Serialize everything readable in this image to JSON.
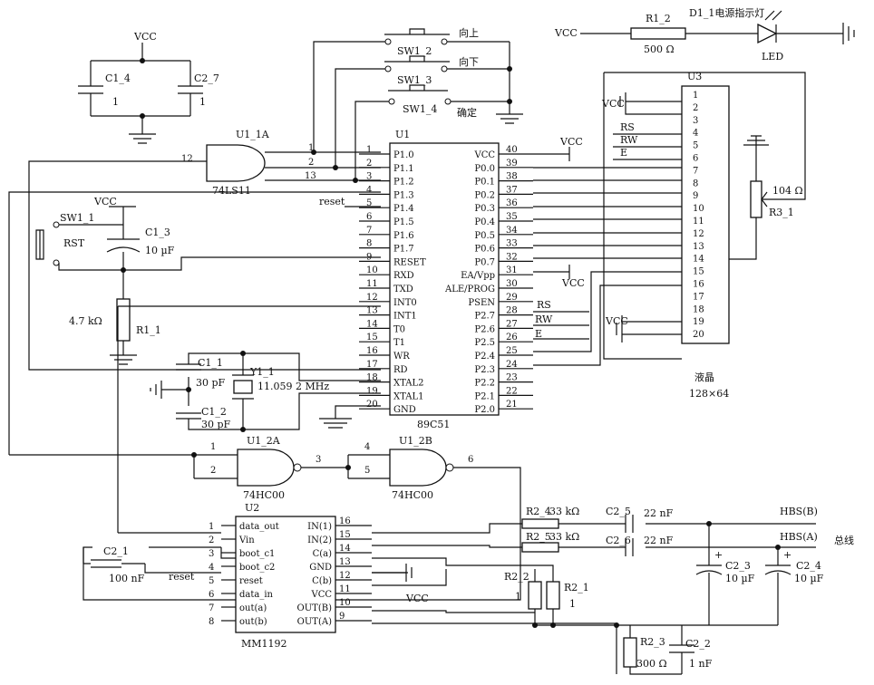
{
  "power": {
    "vcc": "VCC"
  },
  "led_section": {
    "vcc": "VCC",
    "resistor_ref": "R1_2",
    "resistor_value": "500 Ω",
    "led_ref": "D1_1电源指示灯",
    "led_label": "LED"
  },
  "decoupling": {
    "vcc": "VCC",
    "c14_ref": "C1_4",
    "c14_value": "1",
    "c27_ref": "C2_7",
    "c27_value": "1"
  },
  "switches": {
    "sw12": "SW1_2",
    "sw12_label": "向上",
    "sw13": "SW1_3",
    "sw13_label": "向下",
    "sw14": "SW1_4",
    "sw14_label": "确定",
    "sw11": "SW1_1",
    "rst": "RST"
  },
  "gate_u11a": {
    "ref": "U1_1A",
    "part": "74LS11",
    "pins": [
      "12",
      "1",
      "2",
      "13"
    ]
  },
  "reset_circuit": {
    "vcc": "VCC",
    "c13_ref": "C1_3",
    "c13_value": "10 µF",
    "r11_ref": "R1_1",
    "r11_value": "4.7 kΩ",
    "net_reset": "reset"
  },
  "crystal": {
    "c11_ref": "C1_1",
    "c11_value": "30 pF",
    "c12_ref": "C1_2",
    "c12_value": "30 pF",
    "y_ref": "Y1_1",
    "y_value": "11.059 2 MHz"
  },
  "mcu": {
    "ref": "U1",
    "part": "89C51",
    "left_pins": [
      {
        "num": "1",
        "name": "P1.0"
      },
      {
        "num": "2",
        "name": "P1.1"
      },
      {
        "num": "3",
        "name": "P1.2"
      },
      {
        "num": "4",
        "name": "P1.3"
      },
      {
        "num": "5",
        "name": "P1.4"
      },
      {
        "num": "6",
        "name": "P1.5"
      },
      {
        "num": "7",
        "name": "P1.6"
      },
      {
        "num": "8",
        "name": "P1.7"
      },
      {
        "num": "9",
        "name": "RESET"
      },
      {
        "num": "10",
        "name": "RXD"
      },
      {
        "num": "11",
        "name": "TXD"
      },
      {
        "num": "12",
        "name": "INT0"
      },
      {
        "num": "13",
        "name": "INT1"
      },
      {
        "num": "14",
        "name": "T0"
      },
      {
        "num": "15",
        "name": "T1"
      },
      {
        "num": "16",
        "name": "WR"
      },
      {
        "num": "17",
        "name": "RD"
      },
      {
        "num": "18",
        "name": "XTAL2"
      },
      {
        "num": "19",
        "name": "XTAL1"
      },
      {
        "num": "20",
        "name": "GND"
      }
    ],
    "right_pins": [
      {
        "num": "40",
        "name": "VCC"
      },
      {
        "num": "39",
        "name": "P0.0"
      },
      {
        "num": "38",
        "name": "P0.1"
      },
      {
        "num": "37",
        "name": "P0.2"
      },
      {
        "num": "36",
        "name": "P0.3"
      },
      {
        "num": "35",
        "name": "P0.4"
      },
      {
        "num": "34",
        "name": "P0.5"
      },
      {
        "num": "33",
        "name": "P0.6"
      },
      {
        "num": "32",
        "name": "P0.7"
      },
      {
        "num": "31",
        "name": "EA/Vpp"
      },
      {
        "num": "30",
        "name": "ALE/PROG"
      },
      {
        "num": "29",
        "name": "PSEN"
      },
      {
        "num": "28",
        "name": "P2.7"
      },
      {
        "num": "27",
        "name": "P2.6"
      },
      {
        "num": "26",
        "name": "P2.5"
      },
      {
        "num": "25",
        "name": "P2.4"
      },
      {
        "num": "24",
        "name": "P2.3"
      },
      {
        "num": "23",
        "name": "P2.2"
      },
      {
        "num": "22",
        "name": "P2.1"
      },
      {
        "num": "21",
        "name": "P2.0"
      }
    ],
    "vcc": "VCC",
    "net_rs": "RS",
    "net_rw": "RW",
    "net_e": "E"
  },
  "lcd": {
    "ref": "U3",
    "pins": [
      "1",
      "2",
      "3",
      "4",
      "5",
      "6",
      "7",
      "8",
      "9",
      "10",
      "11",
      "12",
      "13",
      "14",
      "15",
      "16",
      "17",
      "18",
      "19",
      "20"
    ],
    "vcc_a": "VCC",
    "vcc_b": "VCC",
    "rs": "RS",
    "rw": "RW",
    "e": "E",
    "pot_value": "104 Ω",
    "pot_ref": "R3_1",
    "title": "液晶",
    "size": "128×64"
  },
  "gates_hc00": {
    "u12a_ref": "U1_2A",
    "u12b_ref": "U1_2B",
    "part_a": "74HC00",
    "part_b": "74HC00",
    "pins_a": [
      "1",
      "2",
      "3"
    ],
    "pins_b": [
      "4",
      "5",
      "6"
    ]
  },
  "mm1192": {
    "ref": "U2",
    "part": "MM1192",
    "left_pins": [
      {
        "num": "1",
        "name": "data_out"
      },
      {
        "num": "2",
        "name": "Vin"
      },
      {
        "num": "3",
        "name": "boot_c1"
      },
      {
        "num": "4",
        "name": "boot_c2"
      },
      {
        "num": "5",
        "name": "reset"
      },
      {
        "num": "6",
        "name": "data_in"
      },
      {
        "num": "7",
        "name": "out(a)"
      },
      {
        "num": "8",
        "name": "out(b)"
      }
    ],
    "right_pins": [
      {
        "num": "16",
        "name": "IN(1)"
      },
      {
        "num": "15",
        "name": "IN(2)"
      },
      {
        "num": "14",
        "name": "C(a)"
      },
      {
        "num": "13",
        "name": "GND"
      },
      {
        "num": "12",
        "name": "C(b)"
      },
      {
        "num": "11",
        "name": "VCC"
      },
      {
        "num": "10",
        "name": "OUT(B)"
      },
      {
        "num": "9",
        "name": "OUT(A)"
      }
    ],
    "c21_ref": "C2_1",
    "c21_value": "100 nF",
    "net_reset": "reset",
    "vcc": "VCC"
  },
  "bus": {
    "r24_ref": "R2_4",
    "r24_value": "33 kΩ",
    "r25_ref": "R2_5",
    "r25_value": "33 kΩ",
    "c25_ref": "C2_5",
    "c25_value": "22 nF",
    "c26_ref": "C2_6",
    "c26_value": "22 nF",
    "hbs_b": "HBS(B)",
    "hbs_a": "HBS(A)",
    "bus_label": "总线",
    "r22_ref": "R2_2",
    "r22_value": "1",
    "r21_ref": "R2_1",
    "r21_value": "1",
    "c23_ref": "C2_3",
    "c23_value": "10 µF",
    "c24_ref": "C2_4",
    "c24_value": "10 µF",
    "r23_ref": "R2_3",
    "r23_value": "300 Ω",
    "c22_ref": "C2_2",
    "c22_value": "1 nF",
    "plus_a": "+",
    "plus_b": "+"
  }
}
